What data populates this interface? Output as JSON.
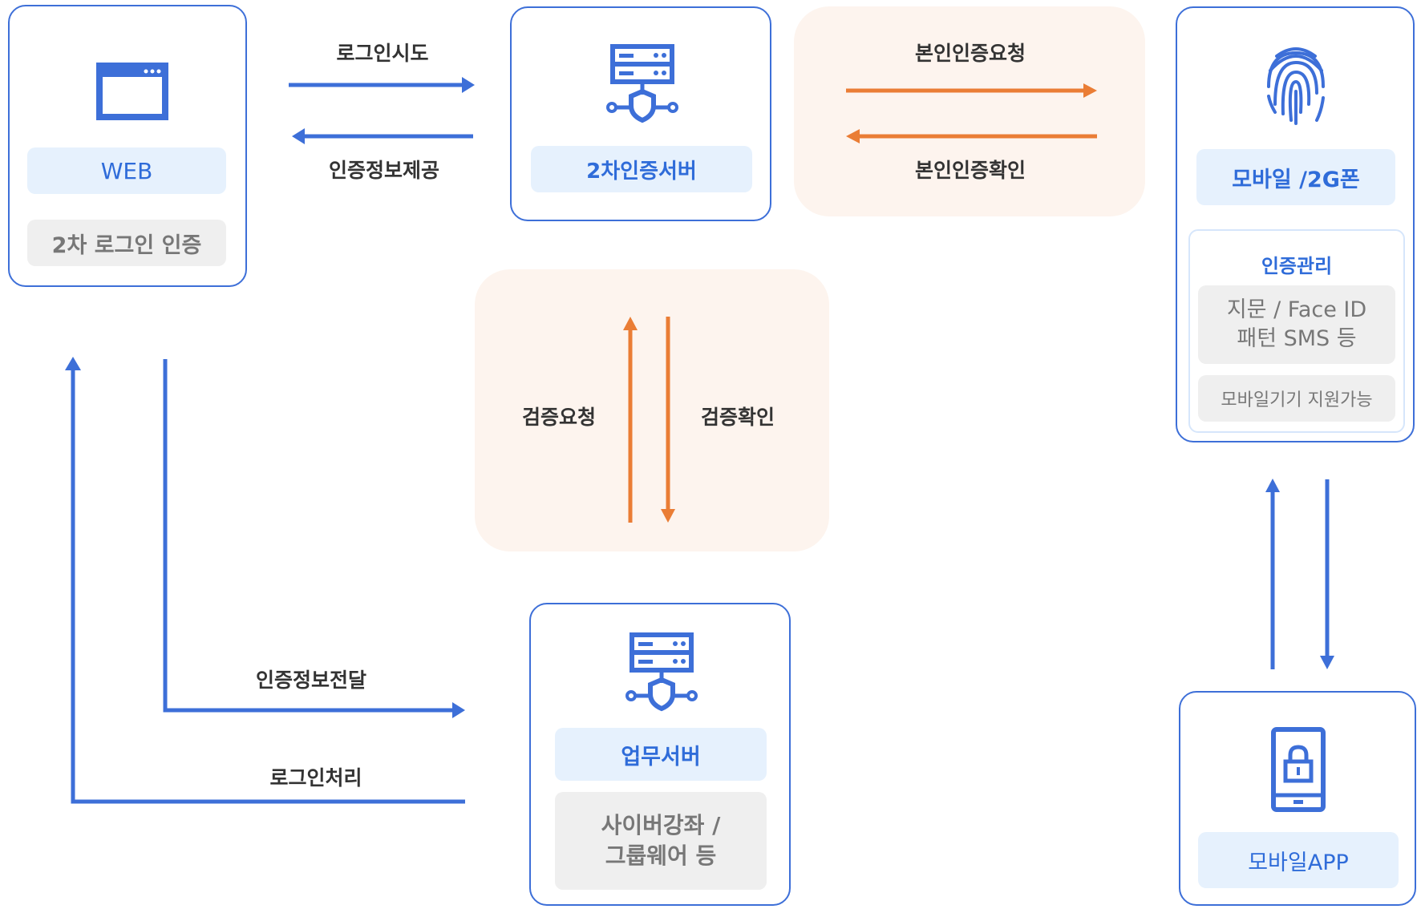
{
  "web_box": {
    "title": "WEB",
    "subtitle": "2차 로그인 인증"
  },
  "auth_server": {
    "title": "2차인증서버"
  },
  "mobile_box": {
    "title": "모바일 /2G폰",
    "section_title": "인증관리",
    "methods_line1": "지문 / Face ID",
    "methods_line2": "패턴 SMS  등",
    "support": "모바일기기 지원가능"
  },
  "biz_server": {
    "title": "업무서버",
    "desc_line1": "사이버강좌 /",
    "desc_line2": "그룹웨어 등"
  },
  "app_box": {
    "title": "모바일APP"
  },
  "flows": {
    "login_attempt": "로그인시도",
    "auth_info_provide": "인증정보제공",
    "identity_request": "본인인증요청",
    "identity_confirm": "본인인증확인",
    "verify_request": "검증요청",
    "verify_confirm": "검증확인",
    "auth_info_deliver": "인증정보전달",
    "login_process": "로그인처리"
  },
  "colors": {
    "blue": "#3d6fd8",
    "orange": "#ea7d35",
    "zone": "#fdf4ee",
    "pill_blue": "#e6f1fd",
    "pill_gray": "#efefef"
  },
  "icons": {
    "web": "browser-window-icon",
    "auth_server": "server-shield-icon",
    "mobile": "fingerprint-icon",
    "biz_server": "server-shield-icon",
    "app": "phone-lock-icon"
  }
}
